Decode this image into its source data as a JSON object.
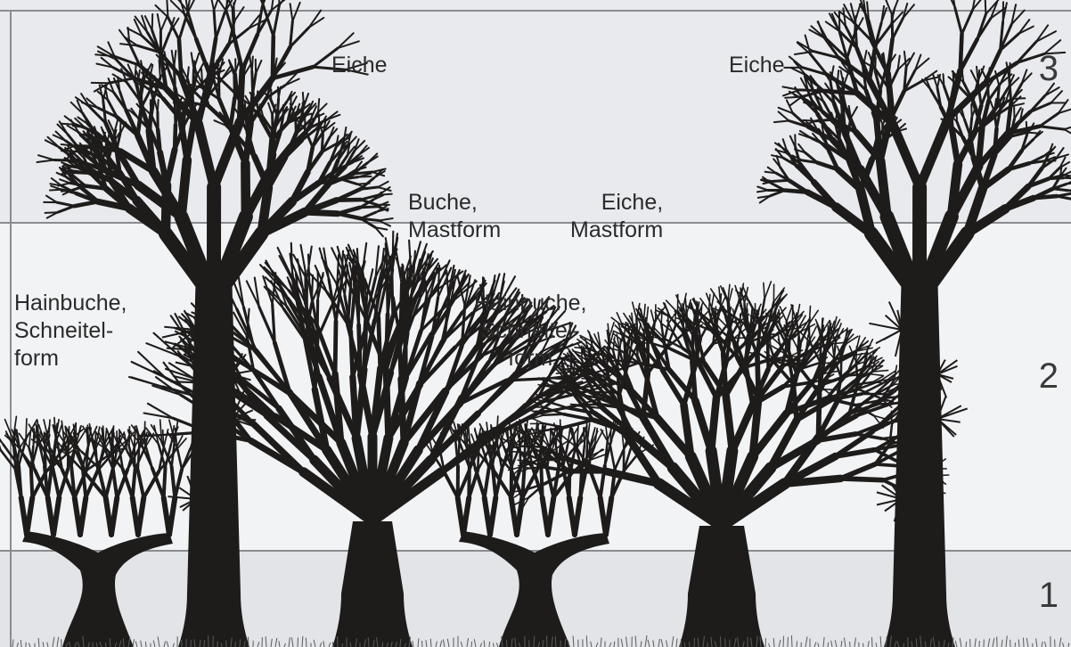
{
  "labels": {
    "eiche_left": "Eiche",
    "eiche_right": "Eiche",
    "buche_mast": "Buche,\nMastform",
    "eiche_mast": "Eiche,\nMastform",
    "hainbuche_left": "Hainbuche,\nSchneitel-\nform",
    "hainbuche_center": "Hainbuche,\nSchneitel-\nform"
  },
  "zones": [
    "3",
    "2",
    "1"
  ],
  "colors": {
    "tree": "#1e1c1b",
    "zone_top": "#e9eaee",
    "zone_mid": "#f2f3f5",
    "zone_bottom": "#e2e4e8",
    "divider": "#8a8c90"
  }
}
